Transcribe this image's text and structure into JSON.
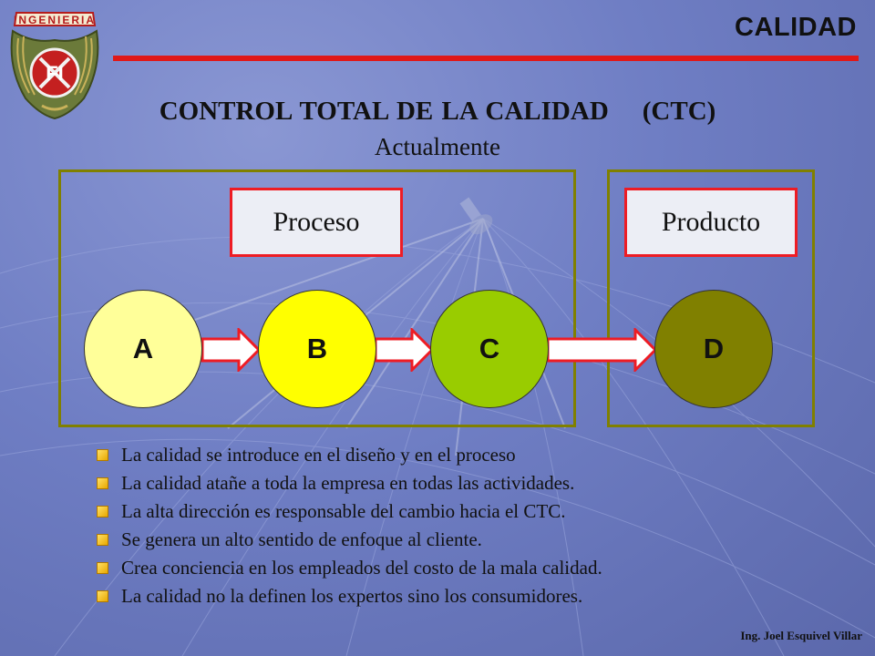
{
  "header": {
    "section_title": "CALIDAD",
    "logo_text": "INGENIERIA",
    "logo_mark": "FI"
  },
  "slide": {
    "title": "CONTROL TOTAL DE LA CALIDAD    (CTC)",
    "subtitle": "Actualmente"
  },
  "diagram": {
    "process_label": "Proceso",
    "product_label": "Producto",
    "nodes": [
      {
        "label": "A",
        "color": "#ffff99"
      },
      {
        "label": "B",
        "color": "#ffff00"
      },
      {
        "label": "C",
        "color": "#99cc00"
      },
      {
        "label": "D",
        "color": "#808000"
      }
    ],
    "frame_color": "#808000",
    "label_border_color": "#ee1c24"
  },
  "bullets": [
    "La calidad se introduce en el diseño y en el proceso",
    "La calidad atañe a toda la empresa en todas las actividades.",
    "La alta dirección es responsable del cambio hacia el CTC.",
    "Se genera un alto sentido de enfoque al cliente.",
    "Crea conciencia en los empleados del costo de la mala calidad.",
    "La calidad no la definen los expertos sino los consumidores."
  ],
  "footer": {
    "author": "Ing. Joel Esquivel Villar"
  }
}
